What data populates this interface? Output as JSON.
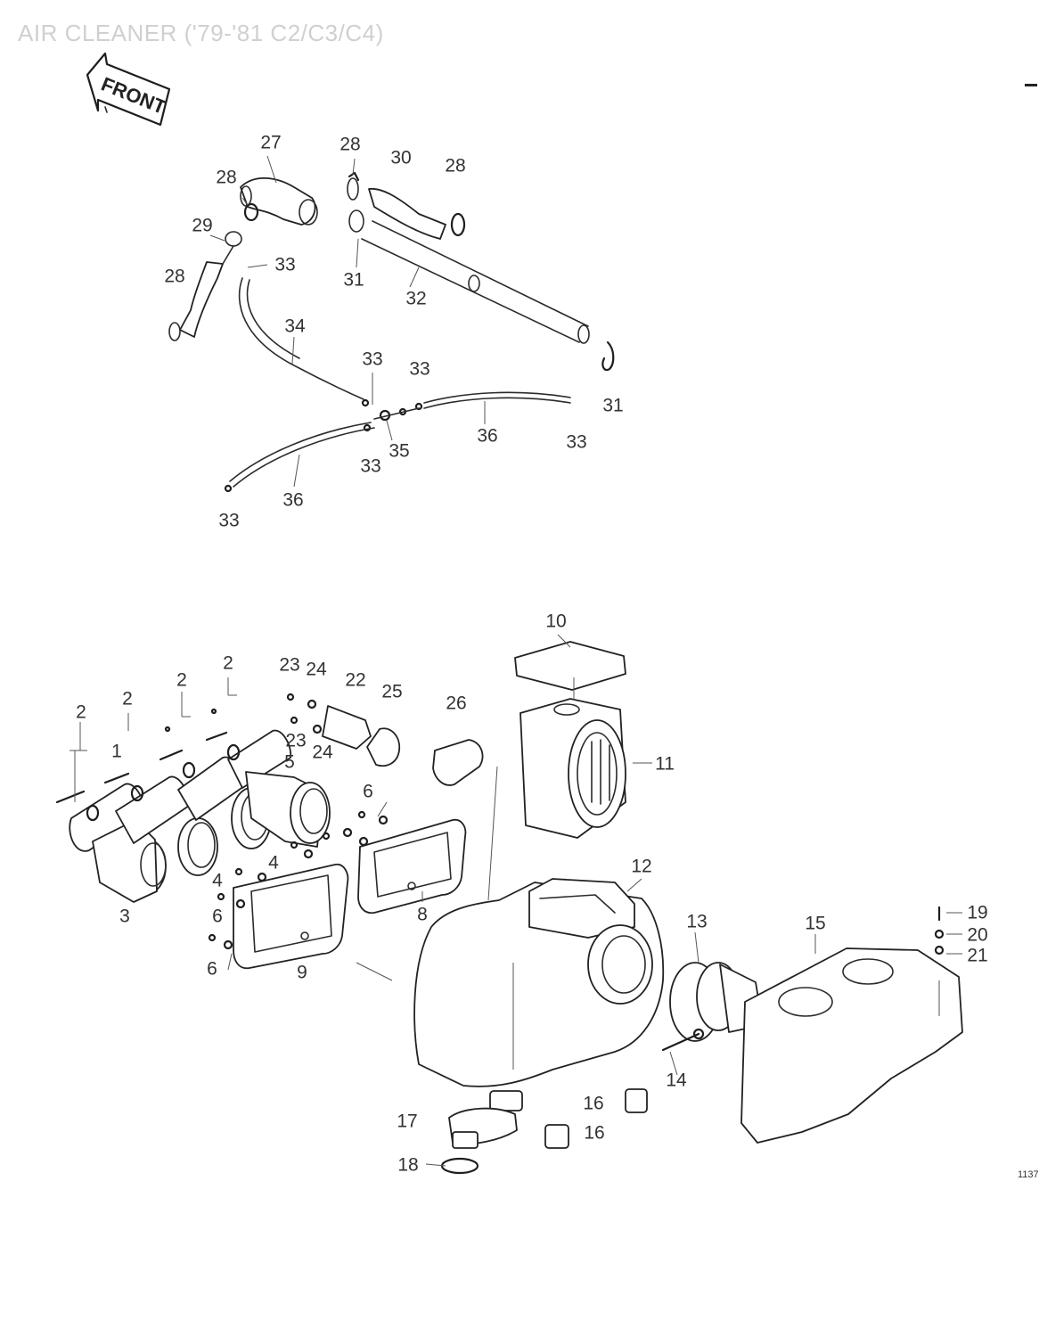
{
  "title": "AIR CLEANER ('79-'81 C2/C3/C4)",
  "front_label": "FRONT",
  "right_marker": "–",
  "page_code": "1137",
  "callouts": [
    {
      "id": "c27",
      "text": "27"
    },
    {
      "id": "c28a",
      "text": "28"
    },
    {
      "id": "c28b",
      "text": "28"
    },
    {
      "id": "c30",
      "text": "30"
    },
    {
      "id": "c28c",
      "text": "28"
    },
    {
      "id": "c29",
      "text": "29"
    },
    {
      "id": "c28d",
      "text": "28"
    },
    {
      "id": "c33a",
      "text": "33"
    },
    {
      "id": "c31a",
      "text": "31"
    },
    {
      "id": "c32",
      "text": "32"
    },
    {
      "id": "c34",
      "text": "34"
    },
    {
      "id": "c33b",
      "text": "33"
    },
    {
      "id": "c33c",
      "text": "33"
    },
    {
      "id": "c31b",
      "text": "31"
    },
    {
      "id": "c36a",
      "text": "36"
    },
    {
      "id": "c33d",
      "text": "33"
    },
    {
      "id": "c35",
      "text": "35"
    },
    {
      "id": "c33e",
      "text": "33"
    },
    {
      "id": "c36b",
      "text": "36"
    },
    {
      "id": "c33f",
      "text": "33"
    },
    {
      "id": "c10",
      "text": "10"
    },
    {
      "id": "c2a",
      "text": "2"
    },
    {
      "id": "c23a",
      "text": "23"
    },
    {
      "id": "c24a",
      "text": "24"
    },
    {
      "id": "c22",
      "text": "22"
    },
    {
      "id": "c25",
      "text": "25"
    },
    {
      "id": "c2b",
      "text": "2"
    },
    {
      "id": "c2c",
      "text": "2"
    },
    {
      "id": "c26",
      "text": "26"
    },
    {
      "id": "c2d",
      "text": "2"
    },
    {
      "id": "c23b",
      "text": "23"
    },
    {
      "id": "c24b",
      "text": "24"
    },
    {
      "id": "c1",
      "text": "1"
    },
    {
      "id": "c5",
      "text": "5"
    },
    {
      "id": "c11",
      "text": "11"
    },
    {
      "id": "c6a",
      "text": "6"
    },
    {
      "id": "c4a",
      "text": "4"
    },
    {
      "id": "c12",
      "text": "12"
    },
    {
      "id": "c4b",
      "text": "4"
    },
    {
      "id": "c3",
      "text": "3"
    },
    {
      "id": "c6b",
      "text": "6"
    },
    {
      "id": "c8",
      "text": "8"
    },
    {
      "id": "c13",
      "text": "13"
    },
    {
      "id": "c15",
      "text": "15"
    },
    {
      "id": "c19",
      "text": "19"
    },
    {
      "id": "c20",
      "text": "20"
    },
    {
      "id": "c21",
      "text": "21"
    },
    {
      "id": "c6c",
      "text": "6"
    },
    {
      "id": "c9",
      "text": "9"
    },
    {
      "id": "c14",
      "text": "14"
    },
    {
      "id": "c16a",
      "text": "16"
    },
    {
      "id": "c17",
      "text": "17"
    },
    {
      "id": "c16b",
      "text": "16"
    },
    {
      "id": "c18",
      "text": "18"
    }
  ]
}
